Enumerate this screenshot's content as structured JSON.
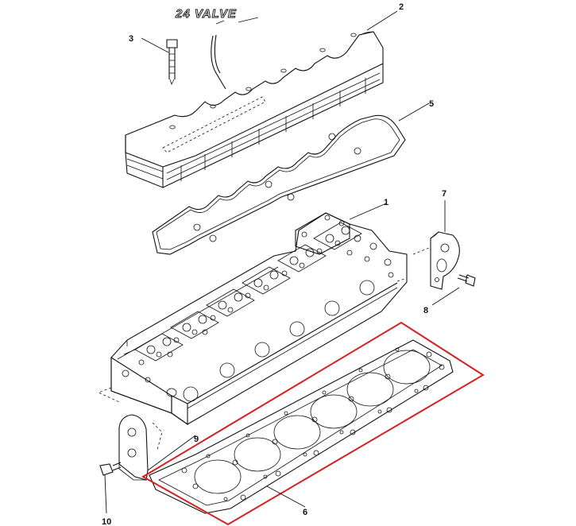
{
  "cover_text": "24 VALVE",
  "callouts": [
    {
      "id": "1",
      "label": "1",
      "part": "cylinder-head"
    },
    {
      "id": "2",
      "label": "2",
      "part": "valve-cover"
    },
    {
      "id": "3",
      "label": "3",
      "part": "cover-bolt"
    },
    {
      "id": "5",
      "label": "5",
      "part": "valve-cover-gasket"
    },
    {
      "id": "6",
      "label": "6",
      "part": "head-gasket"
    },
    {
      "id": "7",
      "label": "7",
      "part": "rear-lifting-bracket"
    },
    {
      "id": "8",
      "label": "8",
      "part": "rear-bracket-bolt"
    },
    {
      "id": "9",
      "label": "9",
      "part": "front-lifting-bracket"
    },
    {
      "id": "10",
      "label": "10",
      "part": "front-bracket-bolt"
    }
  ],
  "highlight_color": "#d42020",
  "highlighted_part": "head-gasket"
}
